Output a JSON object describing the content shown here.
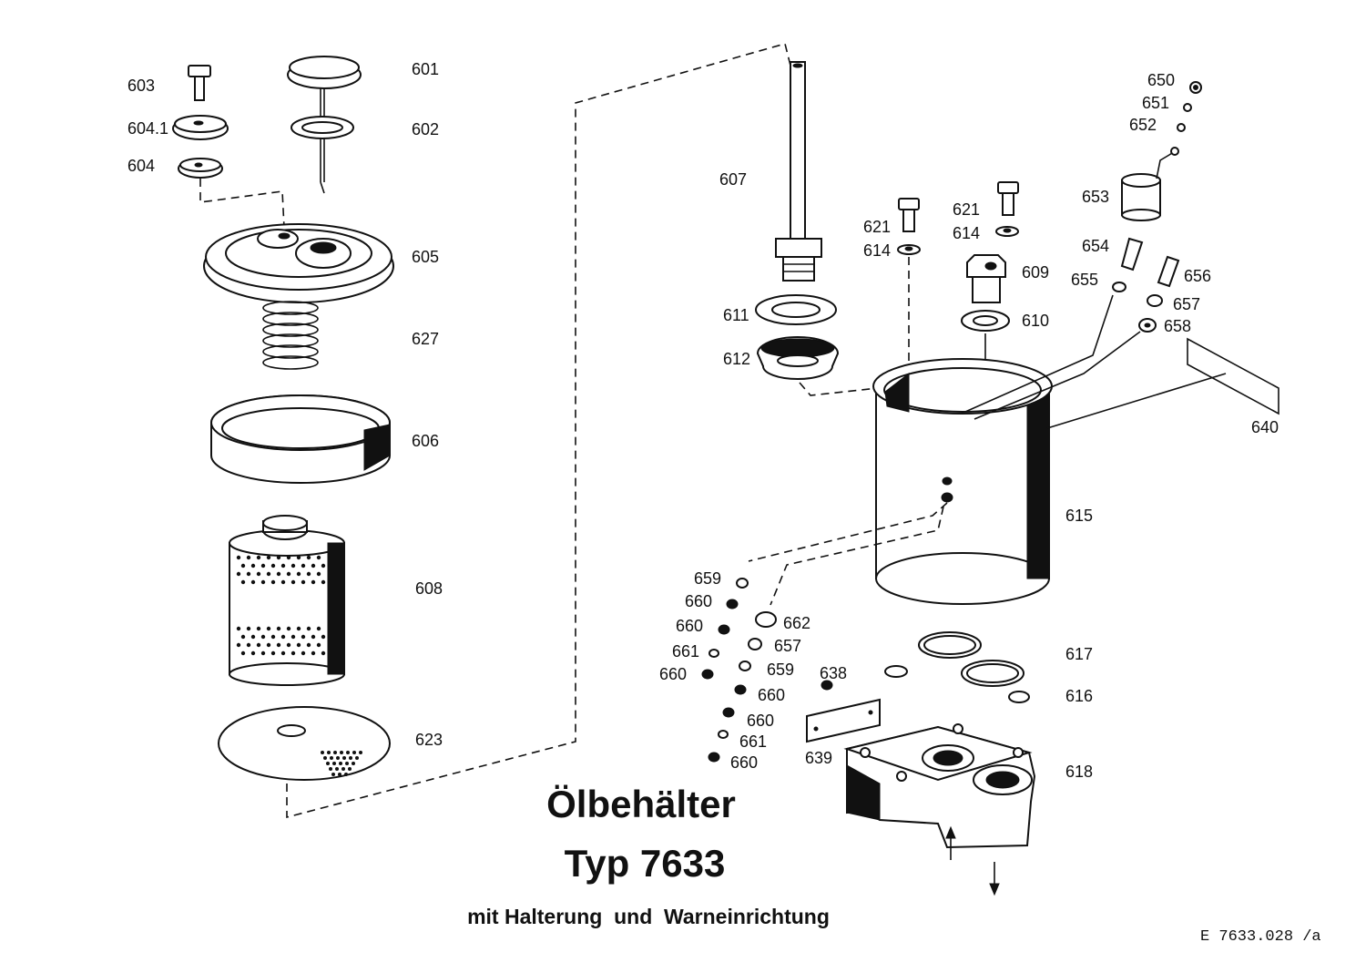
{
  "title": {
    "line1": "Ölbehälter",
    "line2": "Typ 7633",
    "subtitle": "mit Halterung  und  Warneinrichtung"
  },
  "drawing_ref": "E 7633.028 /a",
  "labels": [
    {
      "id": "l601",
      "text": "601"
    },
    {
      "id": "l602",
      "text": "602"
    },
    {
      "id": "l603",
      "text": "603"
    },
    {
      "id": "l6041",
      "text": "604.1"
    },
    {
      "id": "l604",
      "text": "604"
    },
    {
      "id": "l605",
      "text": "605"
    },
    {
      "id": "l627",
      "text": "627"
    },
    {
      "id": "l606",
      "text": "606"
    },
    {
      "id": "l608",
      "text": "608"
    },
    {
      "id": "l623",
      "text": "623"
    },
    {
      "id": "l607",
      "text": "607"
    },
    {
      "id": "l611",
      "text": "611"
    },
    {
      "id": "l612",
      "text": "612"
    },
    {
      "id": "l621a",
      "text": "621"
    },
    {
      "id": "l614a",
      "text": "614"
    },
    {
      "id": "l621b",
      "text": "621"
    },
    {
      "id": "l614b",
      "text": "614"
    },
    {
      "id": "l609",
      "text": "609"
    },
    {
      "id": "l610",
      "text": "610"
    },
    {
      "id": "l650",
      "text": "650"
    },
    {
      "id": "l651",
      "text": "651"
    },
    {
      "id": "l652",
      "text": "652"
    },
    {
      "id": "l653",
      "text": "653"
    },
    {
      "id": "l654",
      "text": "654"
    },
    {
      "id": "l655",
      "text": "655"
    },
    {
      "id": "l656",
      "text": "656"
    },
    {
      "id": "l657a",
      "text": "657"
    },
    {
      "id": "l658",
      "text": "658"
    },
    {
      "id": "l640",
      "text": "640"
    },
    {
      "id": "l615",
      "text": "615"
    },
    {
      "id": "l659a",
      "text": "659"
    },
    {
      "id": "l660a",
      "text": "660"
    },
    {
      "id": "l660b",
      "text": "660"
    },
    {
      "id": "l662",
      "text": "662"
    },
    {
      "id": "l661a",
      "text": "661"
    },
    {
      "id": "l657b",
      "text": "657"
    },
    {
      "id": "l660c",
      "text": "660"
    },
    {
      "id": "l659b",
      "text": "659"
    },
    {
      "id": "l660d",
      "text": "660"
    },
    {
      "id": "l638",
      "text": "638"
    },
    {
      "id": "l660e",
      "text": "660"
    },
    {
      "id": "l661b",
      "text": "661"
    },
    {
      "id": "l660f",
      "text": "660"
    },
    {
      "id": "l639",
      "text": "639"
    },
    {
      "id": "l617",
      "text": "617"
    },
    {
      "id": "l616",
      "text": "616"
    },
    {
      "id": "l618",
      "text": "618"
    }
  ]
}
